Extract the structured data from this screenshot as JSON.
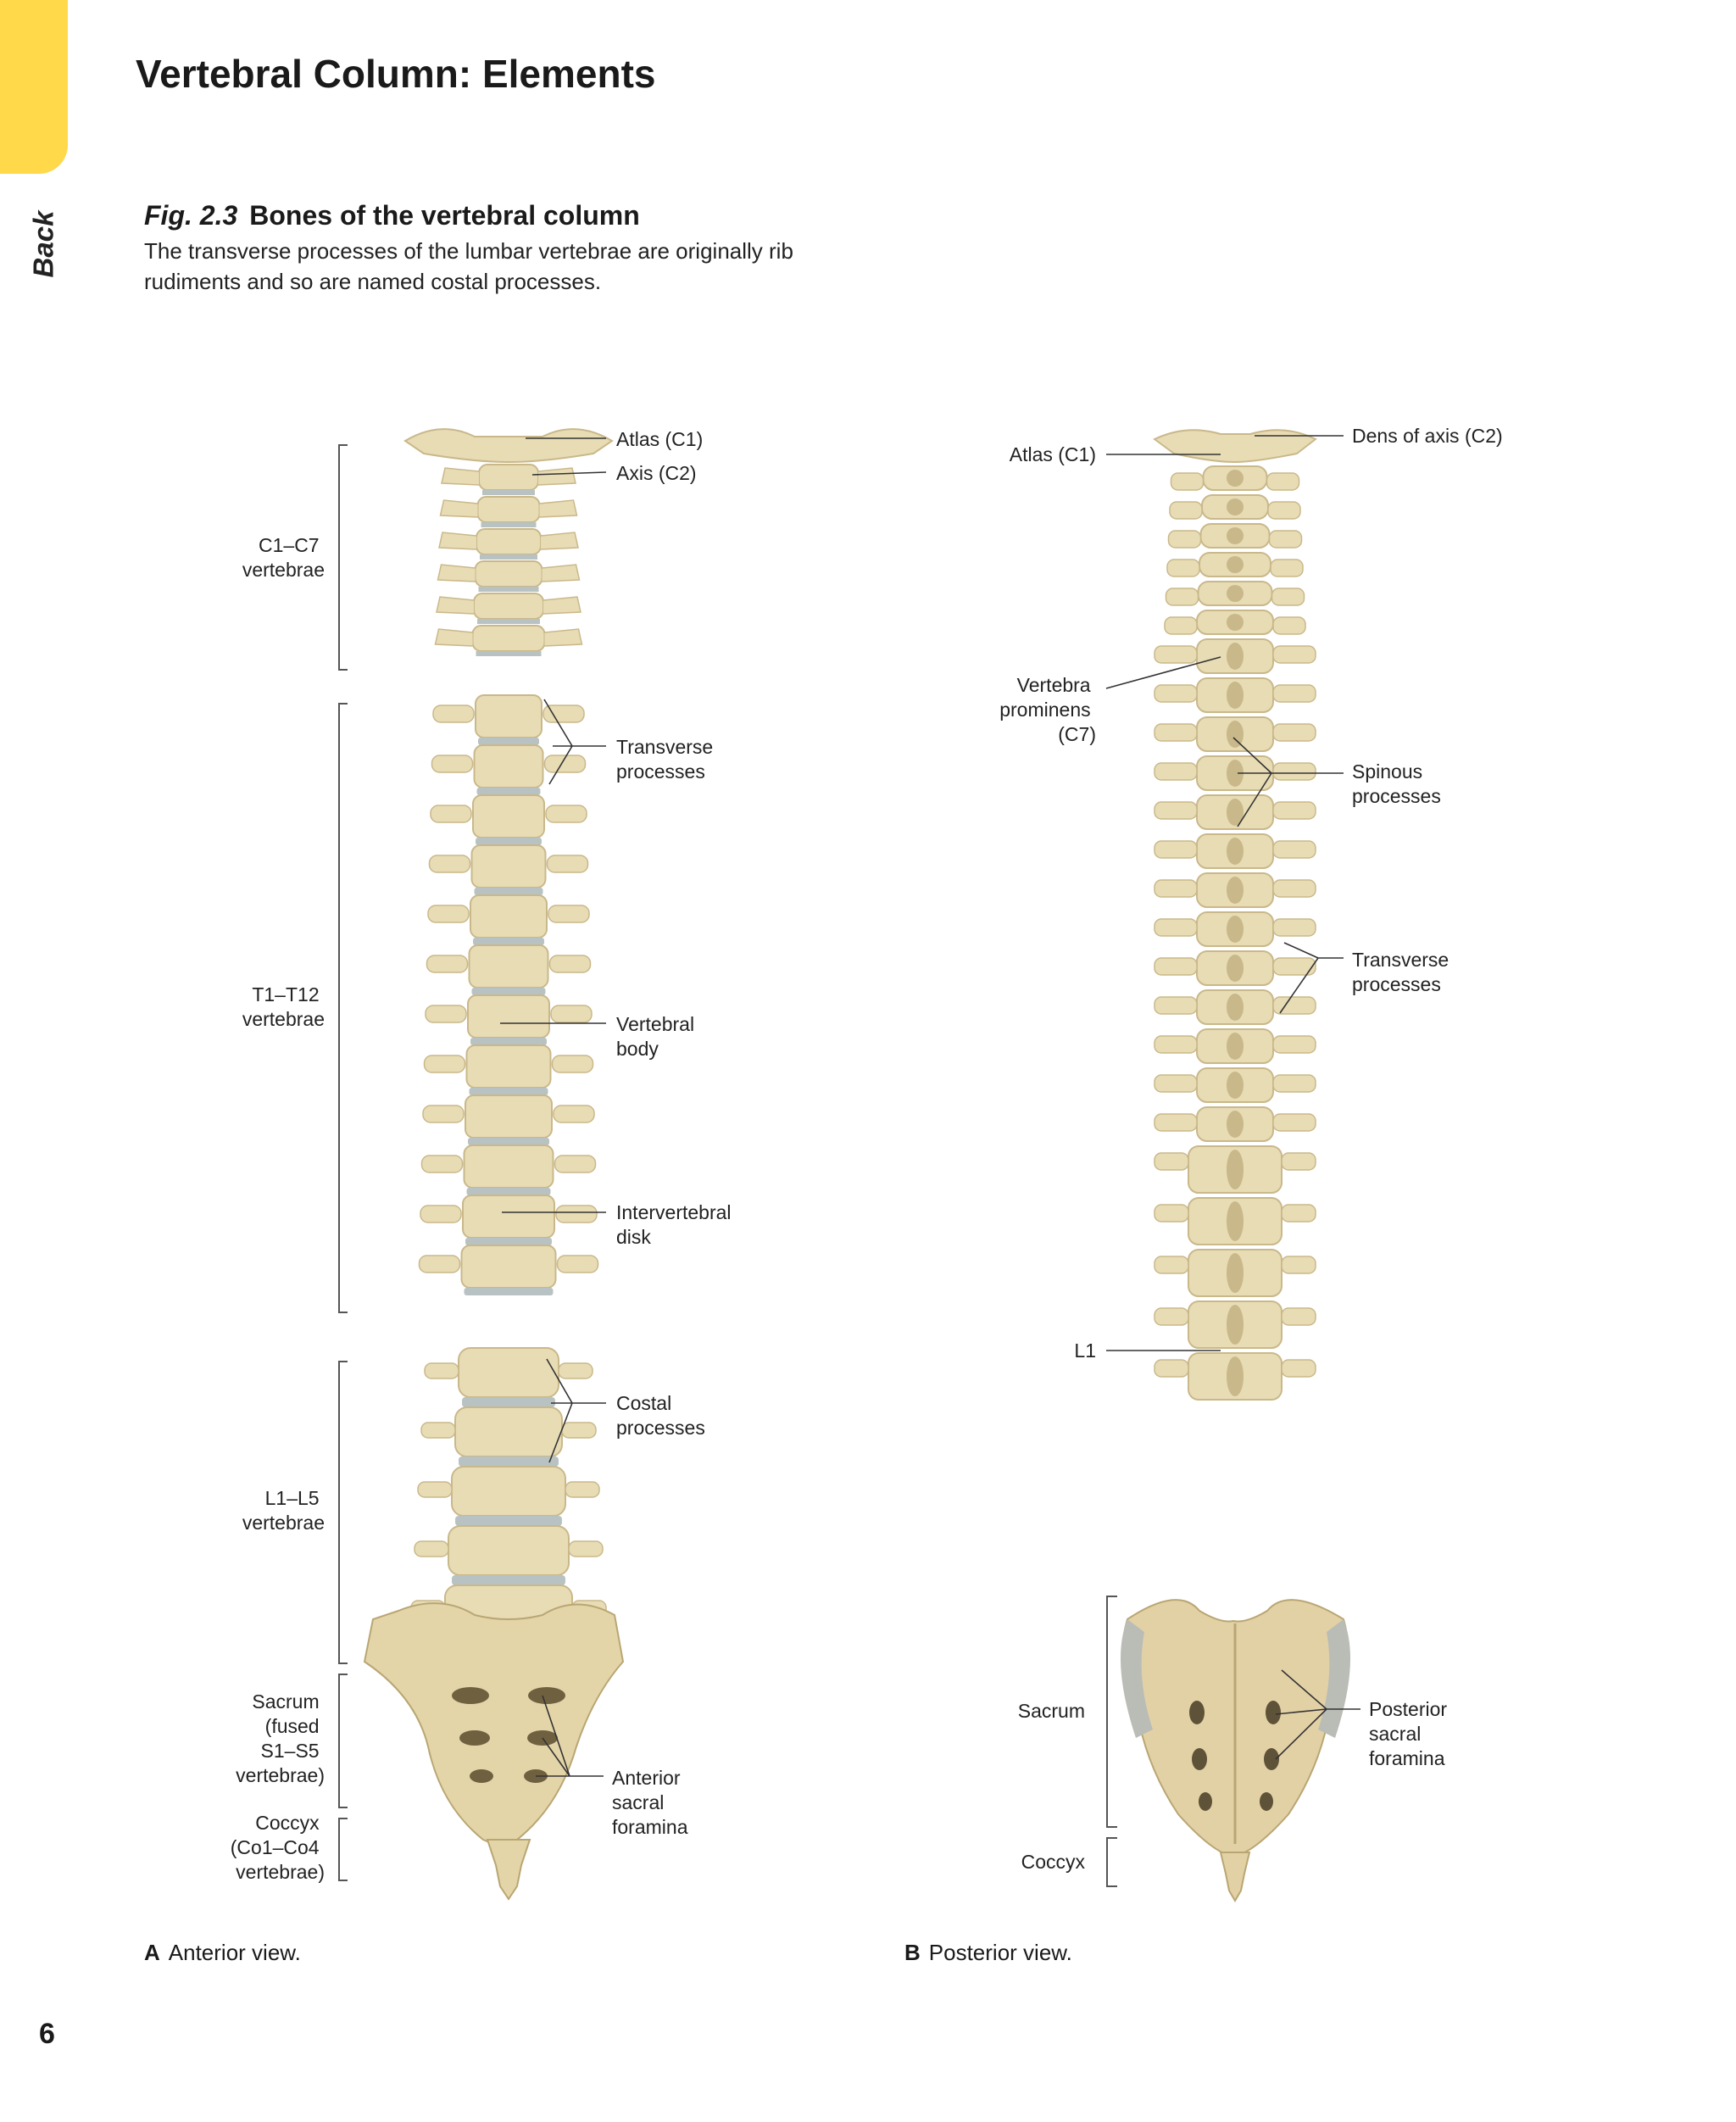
{
  "page": {
    "title": "Vertebral Column: Elements",
    "section_tab": "Back",
    "page_number": "6",
    "tab_color": "#ffd94a"
  },
  "figure": {
    "number": "Fig. 2.3",
    "title": "Bones of the vertebral column",
    "caption": "The transverse processes of the lumbar vertebrae are originally rib rudiments and so are named costal processes."
  },
  "anterior": {
    "caption_letter": "A",
    "caption_text": "Anterior view.",
    "labels": {
      "atlas": "Atlas (C1)",
      "axis": "Axis (C2)",
      "transverse": [
        "Transverse",
        "processes"
      ],
      "vertebral_body": [
        "Vertebral",
        "body"
      ],
      "intervertebral_disk": [
        "Intervertebral",
        "disk"
      ],
      "costal": [
        "Costal",
        "processes"
      ],
      "anterior_foramina": [
        "Anterior",
        "sacral",
        "foramina"
      ]
    },
    "regions": {
      "cervical": [
        "C1–C7",
        "vertebrae"
      ],
      "thoracic": [
        "T1–T12",
        "vertebrae"
      ],
      "lumbar": [
        "L1–L5",
        "vertebrae"
      ],
      "sacrum": [
        "Sacrum",
        "(fused",
        "S1–S5",
        "vertebrae)"
      ],
      "coccyx": [
        "Coccyx",
        "(Co1–Co4",
        "vertebrae)"
      ]
    }
  },
  "posterior": {
    "caption_letter": "B",
    "caption_text": "Posterior view.",
    "labels": {
      "atlas": "Atlas (C1)",
      "dens": "Dens of axis (C2)",
      "prominens": [
        "Vertebra",
        "prominens",
        "(C7)"
      ],
      "spinous": [
        "Spinous",
        "processes"
      ],
      "transverse": [
        "Transverse",
        "processes"
      ],
      "l1": "L1",
      "sacrum": "Sacrum",
      "coccyx": "Coccyx",
      "posterior_foramina": [
        "Posterior",
        "sacral",
        "foramina"
      ]
    }
  },
  "colors": {
    "bone": "#e8dcb5",
    "bone_shade": "#c9b88a",
    "disk": "#b9c2c2"
  }
}
